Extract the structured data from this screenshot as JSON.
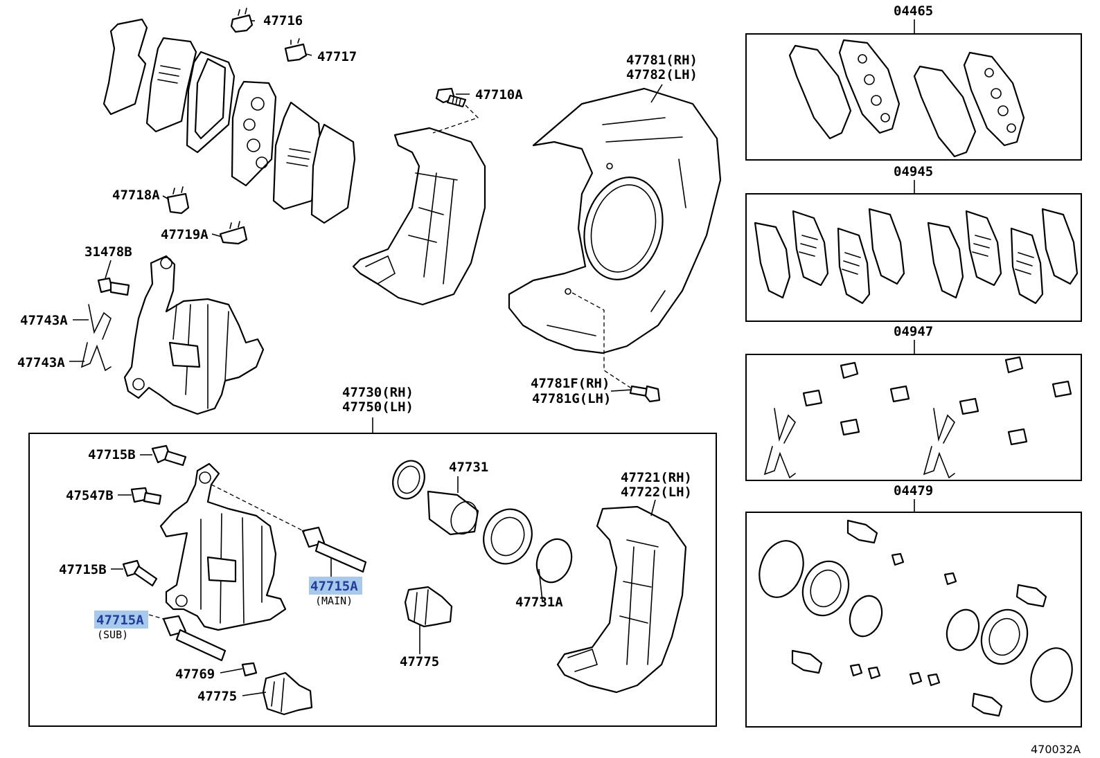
{
  "figure_code": "470032A",
  "labels": {
    "p47716": "47716",
    "p47717": "47717",
    "p47718A": "47718A",
    "p47719A": "47719A",
    "p47710A": "47710A",
    "p31478B": "31478B",
    "p47743A_upper": "47743A",
    "p47743A_lower": "47743A",
    "p47781_rh": "47781(RH)",
    "p47782_lh": "47782(LH)",
    "p47781F_rh": "47781F(RH)",
    "p47781G_lh": "47781G(LH)",
    "p47730_rh": "47730(RH)",
    "p47750_lh": "47750(LH)",
    "p47715B_upper": "47715B",
    "p47547B": "47547B",
    "p47715B_lower": "47715B",
    "p47715A_main": "47715A",
    "p47715A_main_note": "(MAIN)",
    "p47715A_sub": "47715A",
    "p47715A_sub_note": "(SUB)",
    "p47769": "47769",
    "p47775_left": "47775",
    "p47775_mid": "47775",
    "p47731": "47731",
    "p47731A": "47731A",
    "p47721_rh": "47721(RH)",
    "p47722_lh": "47722(LH)"
  },
  "kits": [
    {
      "number": "04465"
    },
    {
      "number": "04945"
    },
    {
      "number": "04947"
    },
    {
      "number": "04479"
    }
  ],
  "highlight_color": "#a8c8ec"
}
